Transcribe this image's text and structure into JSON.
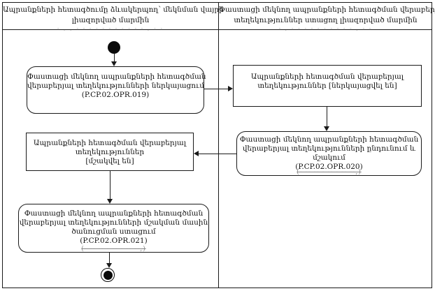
{
  "lanes": {
    "left": {
      "title_lines": [
        "Ապրանքների հետագծումը ձևակերպող՝ մեկնման վայրի",
        "լիազորված մարմին"
      ],
      "strike_artifact": "- ,  , - - - - - -          - - - - -  ,  - -"
    },
    "right": {
      "title_lines": [
        "Փաստացի մեկնող ապրանքների հետագծման վերաբերյալ",
        "տեղեկություններ ստացող լիազորված մարմին"
      ],
      "strike_artifact": "- ,  - - - - - -          - - - -  ,  - -"
    }
  },
  "nodes": {
    "action_019": {
      "lines": [
        "Փաստացի մեկնող ապրանքների հետագծման",
        "վերաբերյալ տեղեկությունների ներկայացում",
        "(P.CP.02.OPR.019)"
      ]
    },
    "state_submitted": {
      "lines": [
        "Ապրանքների հետագծման վերաբերյալ",
        "տեղեկություններ [ներկայացվել են]"
      ]
    },
    "action_020": {
      "lines": [
        "Փաստացի մեկնող ապրանքների հետագծման",
        "վերաբերյալ տեղեկությունների ընդունում և",
        "մշակում",
        "(P.CP.02.OPR.020)"
      ],
      "strike_artifact": "(- -- -- - -- - -- --,)"
    },
    "state_processed": {
      "lines": [
        "Ապրանքների հետագծման վերաբերյալ",
        "տեղեկություններ",
        "[մշակվել են]"
      ]
    },
    "action_021": {
      "lines": [
        "Փաստացի մեկնող ապրանքների հետագծման",
        "վերաբերյալ տեղեկությունների մշակման մասին",
        "ծանուցման ստացում",
        "(P.CP.02.OPR.021)"
      ],
      "strike_artifact": "(- -- -- - -- - -- --,)"
    }
  }
}
